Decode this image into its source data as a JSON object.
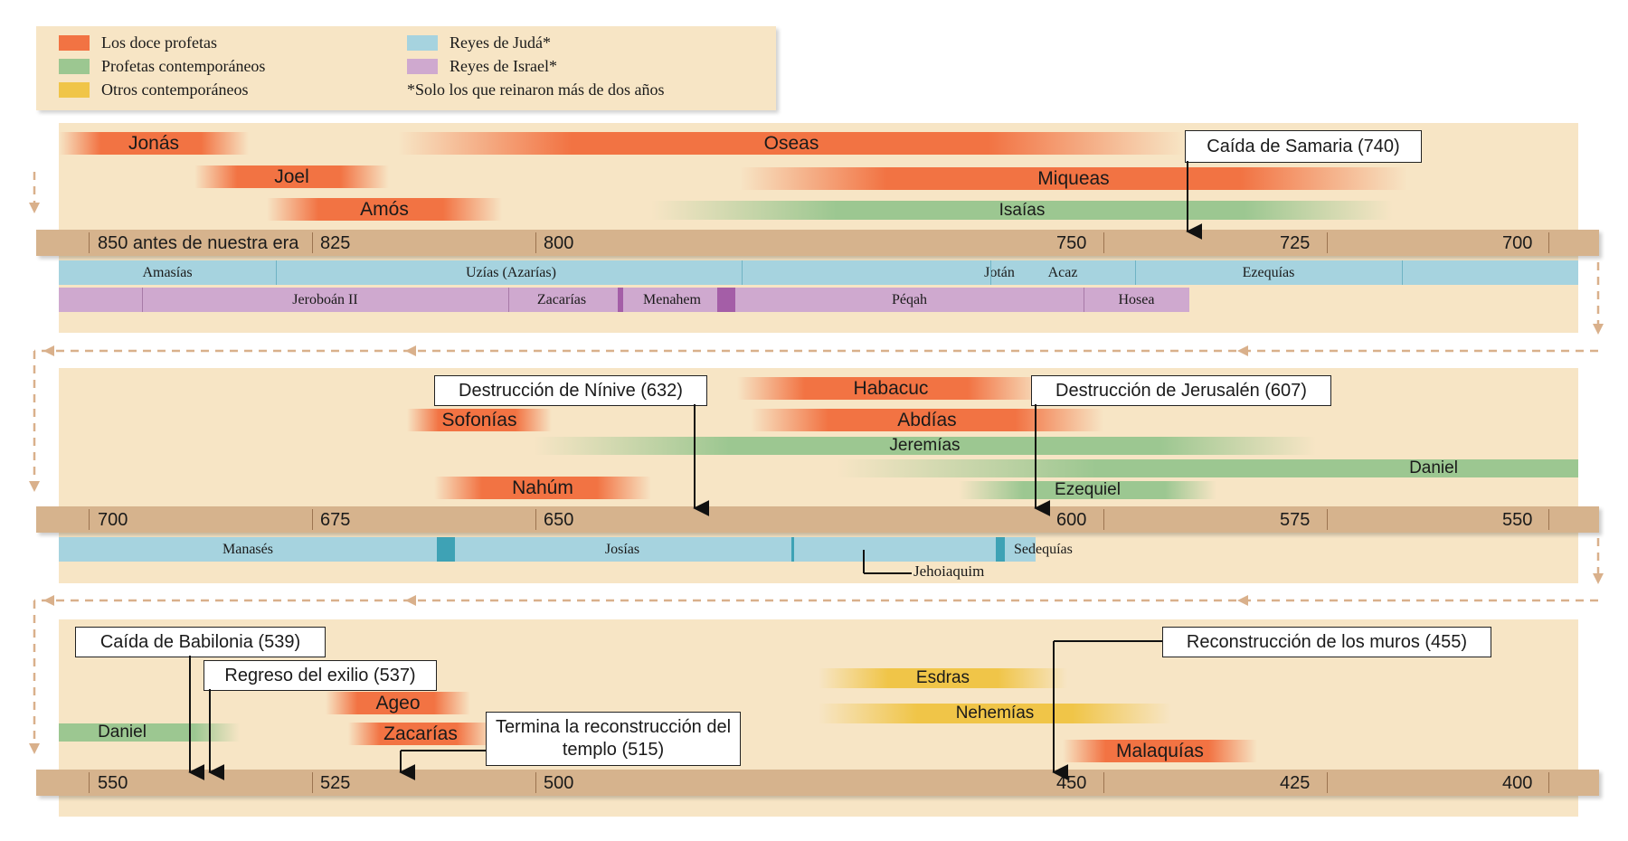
{
  "legend": {
    "items": [
      {
        "label": "Los doce profetas",
        "color": "#f27343"
      },
      {
        "label": "Profetas contemporáneos",
        "color": "#9cc791"
      },
      {
        "label": "Otros contemporáneos",
        "color": "#f0c548"
      },
      {
        "label": "Reyes de Judá*",
        "color": "#a6d3df"
      },
      {
        "label": "Reyes de Israel*",
        "color": "#cfa9cf"
      }
    ],
    "note": "*Solo los que reinaron más de dos años"
  },
  "rows": [
    {
      "ticks": [
        "850 antes de nuestra era",
        "825",
        "800",
        "750",
        "725",
        "700"
      ],
      "prophets": [
        {
          "name": "Jonás",
          "kind": "orange"
        },
        {
          "name": "Oseas",
          "kind": "orange"
        },
        {
          "name": "Joel",
          "kind": "orange"
        },
        {
          "name": "Miqueas",
          "kind": "orange"
        },
        {
          "name": "Amós",
          "kind": "orange"
        },
        {
          "name": "Isaías",
          "kind": "green"
        }
      ],
      "events": [
        "Caída de Samaria (740)"
      ],
      "judah_kings": [
        "Amasías",
        "Uzías (Azarías)",
        "Jotán",
        "Acaz",
        "Ezequías"
      ],
      "israel_kings": [
        "Jeroboán II",
        "Zacarías",
        "Menahem",
        "Péqah",
        "Hosea"
      ]
    },
    {
      "ticks": [
        "700",
        "675",
        "650",
        "600",
        "575",
        "550"
      ],
      "prophets": [
        {
          "name": "Habacuc",
          "kind": "orange"
        },
        {
          "name": "Sofonías",
          "kind": "orange"
        },
        {
          "name": "Abdías",
          "kind": "orange"
        },
        {
          "name": "Jeremías",
          "kind": "green"
        },
        {
          "name": "Daniel",
          "kind": "green"
        },
        {
          "name": "Nahúm",
          "kind": "orange"
        },
        {
          "name": "Ezequiel",
          "kind": "green"
        }
      ],
      "events": [
        "Destrucción de Nínive (632)",
        "Destrucción de Jerusalén (607)"
      ],
      "judah_kings": [
        "Manasés",
        "Josías",
        "Sedequías"
      ],
      "side_label": "Jehoiaquim"
    },
    {
      "ticks": [
        "550",
        "525",
        "500",
        "450",
        "425",
        "400"
      ],
      "prophets": [
        {
          "name": "Esdras",
          "kind": "yellow"
        },
        {
          "name": "Ageo",
          "kind": "orange"
        },
        {
          "name": "Nehemías",
          "kind": "yellow"
        },
        {
          "name": "Daniel",
          "kind": "green"
        },
        {
          "name": "Zacarías",
          "kind": "orange"
        },
        {
          "name": "Malaquías",
          "kind": "orange"
        }
      ],
      "events": [
        "Caída de Babilonia (539)",
        "Regreso del exilio (537)",
        "Termina la reconstrucción del templo (515)",
        "Reconstrucción de los muros (455)"
      ]
    }
  ]
}
